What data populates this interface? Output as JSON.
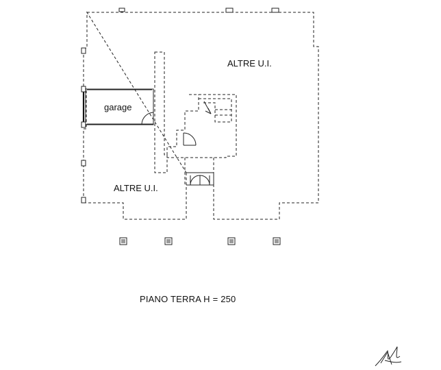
{
  "labels": {
    "upper_unit": "ALTRE U.I.",
    "lower_unit": "ALTRE U.I.",
    "garage": "garage"
  },
  "caption": "PIANO TERRA H = 250"
}
